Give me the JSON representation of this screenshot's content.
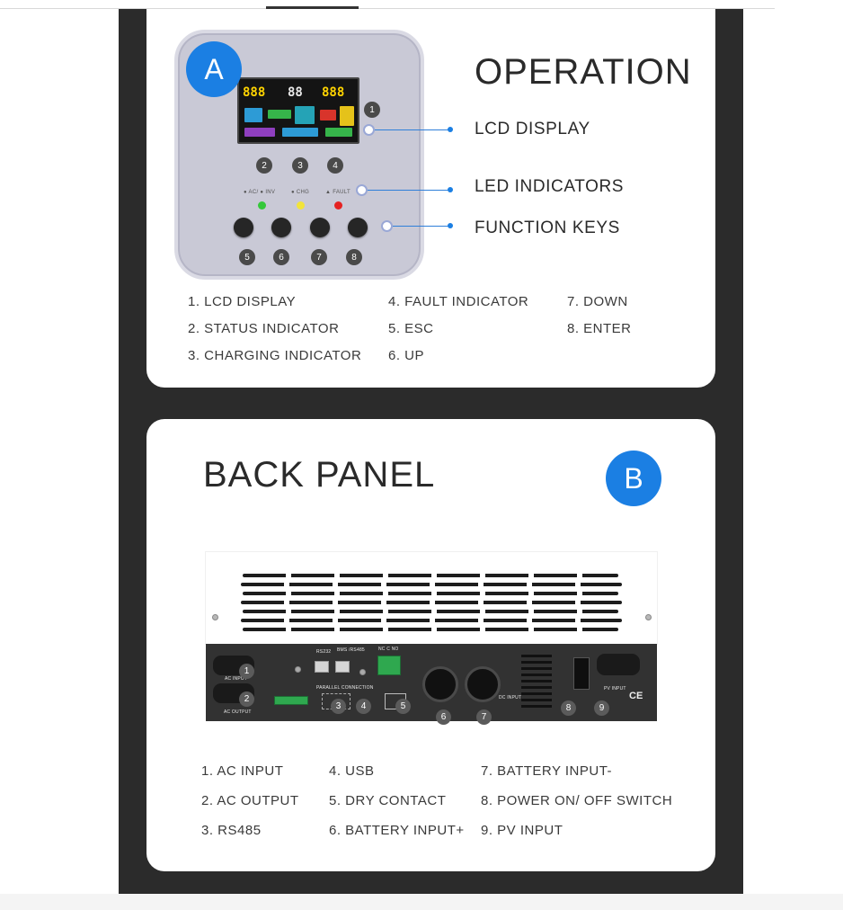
{
  "section_a": {
    "badge": "A",
    "title": "OPERATION",
    "callouts": [
      "LCD DISPLAY",
      "LED INDICATORS",
      "FUNCTION KEYS"
    ],
    "device": {
      "numbers": [
        "1",
        "2",
        "3",
        "4",
        "5",
        "6",
        "7",
        "8"
      ],
      "led_labels": [
        "● AC/ ● INV",
        "● CHG",
        "▲ FAULT"
      ],
      "led_colors": [
        "#35c83a",
        "#f2e43a",
        "#e52222"
      ],
      "lcd_digits": [
        "888",
        "88",
        "888"
      ]
    },
    "items": [
      "1.  LCD DISPLAY",
      "2.  STATUS INDICATOR",
      "3.  CHARGING INDICATOR",
      "4.  FAULT INDICATOR",
      "5.  ESC",
      "6.  UP",
      "7.  DOWN",
      "8.  ENTER"
    ]
  },
  "section_b": {
    "badge": "B",
    "title": "BACK PANEL",
    "panel_labels": {
      "ac_input": "AC INPUT",
      "ac_output": "AC OUTPUT",
      "rs232": "RS232",
      "bms": "BMS /RS485",
      "dry": "NC  C  NO",
      "parallel": "PARALLEL CONNECTION",
      "dc_input": "DC INPUT",
      "pv_input": "PV INPUT",
      "ce": "CE"
    },
    "numbers": [
      "1",
      "2",
      "3",
      "4",
      "5",
      "6",
      "7",
      "8",
      "9"
    ],
    "items": [
      "1.  AC INPUT",
      "2.  AC OUTPUT",
      "3.  RS485",
      "4.  USB",
      "5.  DRY CONTACT",
      "6.  BATTERY INPUT+",
      "7.  BATTERY INPUT-",
      "8.  POWER ON/ OFF SWITCH",
      "9.  PV INPUT"
    ]
  },
  "colors": {
    "accent": "#1b7fe3",
    "frame": "#2b2b2b",
    "card": "#ffffff"
  }
}
